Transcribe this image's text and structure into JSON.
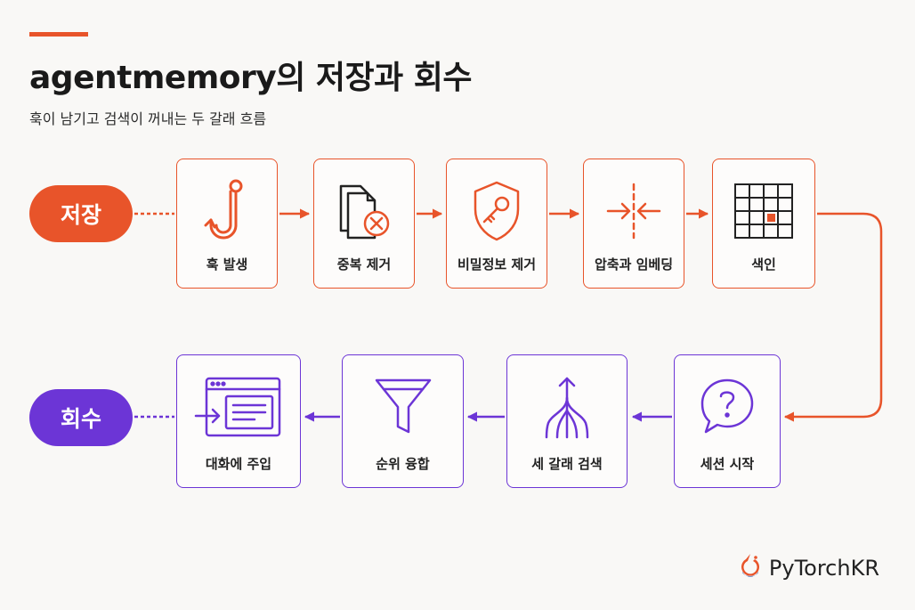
{
  "header": {
    "title": "agentmemory의 저장과 회수",
    "subtitle": "훅이 남기고 검색이 꺼내는 두 갈래 흐름"
  },
  "lanes": {
    "store_label": "저장",
    "recall_label": "회수"
  },
  "store_steps": [
    {
      "label": "훅 발생",
      "icon": "hook-icon"
    },
    {
      "label": "중복 제거",
      "icon": "duplicate-remove-icon"
    },
    {
      "label": "비밀정보 제거",
      "icon": "shield-key-icon"
    },
    {
      "label": "압축과 임베딩",
      "icon": "compress-icon"
    },
    {
      "label": "색인",
      "icon": "index-grid-icon"
    }
  ],
  "recall_steps": [
    {
      "label": "세션 시작",
      "icon": "question-bubble-icon"
    },
    {
      "label": "세 갈래 검색",
      "icon": "three-way-branch-icon"
    },
    {
      "label": "순위 융합",
      "icon": "funnel-icon"
    },
    {
      "label": "대화에 주입",
      "icon": "inject-window-icon"
    }
  ],
  "brand": {
    "name": "PyTorchKR",
    "icon": "pytorch-logo-icon"
  },
  "colors": {
    "store": "#e8542a",
    "recall": "#6c35d6",
    "background": "#f9f8f6"
  }
}
